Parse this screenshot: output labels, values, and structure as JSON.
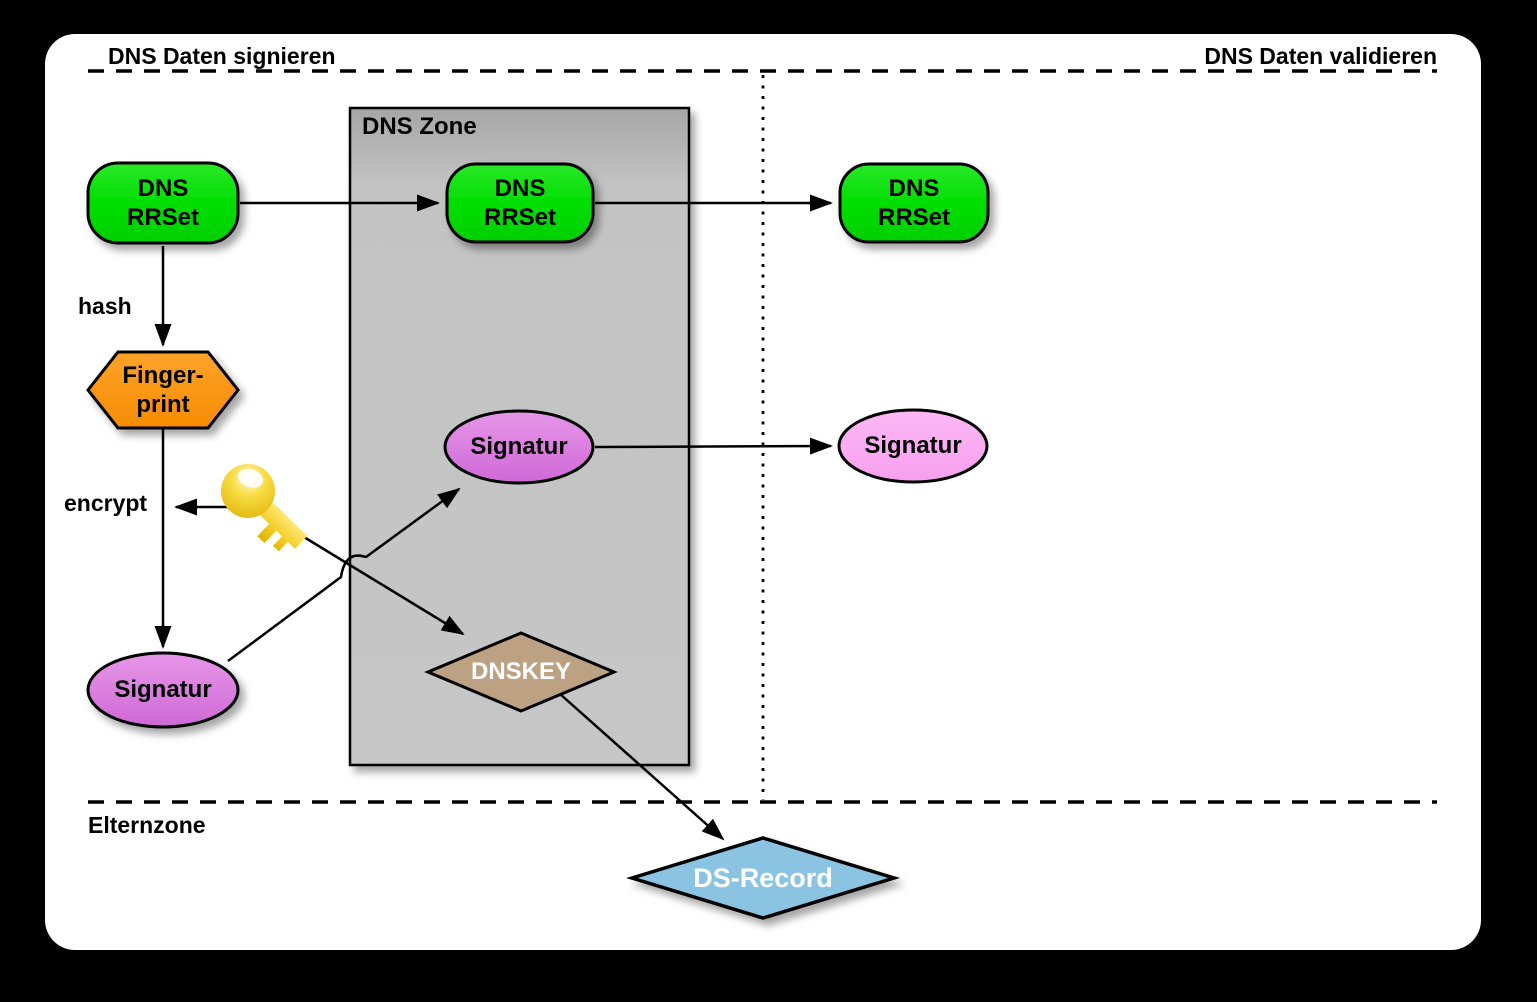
{
  "headings": {
    "sign": "DNS Daten signieren",
    "validate": "DNS Daten validieren"
  },
  "zone": {
    "label": "DNS Zone"
  },
  "parent_zone": {
    "label": "Elternzone"
  },
  "nodes": {
    "rrset_left": "DNS\nRRSet",
    "rrset_zone": "DNS\nRRSet",
    "rrset_right": "DNS\nRRSet",
    "fingerprint": "Finger-\nprint",
    "signatur_left": "Signatur",
    "signatur_zone": "Signatur",
    "signatur_right": "Signatur",
    "dnskey": "DNSKEY",
    "ds_record": "DS-Record"
  },
  "edge_labels": {
    "hash": "hash",
    "encrypt": "encrypt"
  },
  "icons": {
    "key": "key-icon"
  },
  "colors": {
    "rrset_green": "#00de00",
    "fingerprint_orange": "#fa9300",
    "signatur_orchid": "#d974dc",
    "signatur_pink": "#f9abf2",
    "dnskey_tan": "#bca183",
    "ds_record_blue": "#8ac4e2",
    "zone_gray": "#c5c5c5",
    "line_black": "#000000",
    "key_gold": "#eec200"
  }
}
